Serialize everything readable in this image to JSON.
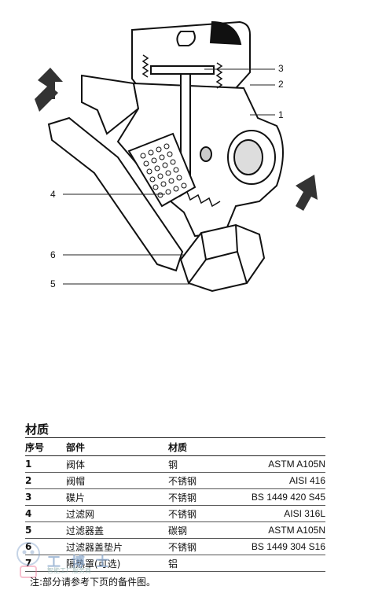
{
  "drawing": {
    "callouts": [
      "3",
      "2",
      "1",
      "4",
      "6",
      "5"
    ]
  },
  "materials": {
    "title": "材质",
    "headers": {
      "no": "序号",
      "part": "部件",
      "material": "材质"
    },
    "rows": [
      {
        "no": "1",
        "part": "阀体",
        "material": "钢",
        "standard": "ASTM A105N"
      },
      {
        "no": "2",
        "part": "阀帽",
        "material": "不锈钢",
        "standard": "AISI 416"
      },
      {
        "no": "3",
        "part": "碟片",
        "material": "不锈钢",
        "standard": "BS 1449 420 S45"
      },
      {
        "no": "4",
        "part": "过滤网",
        "material": "不锈钢",
        "standard": "AISI 316L"
      },
      {
        "no": "5",
        "part": "过滤器盖",
        "material": "碳钢",
        "standard": "ASTM A105N"
      },
      {
        "no": "6",
        "part": "过滤器盖垫片",
        "material": "不锈钢",
        "standard": "BS 1449 304 S16"
      },
      {
        "no": "7",
        "part": "隔热罩(可选)",
        "material": "铝",
        "standard": ""
      }
    ],
    "footnote": "注:部分请参考下页的备件图。"
  },
  "watermark": {
    "text": "工 博 士",
    "sub": "智能工厂服务商"
  }
}
